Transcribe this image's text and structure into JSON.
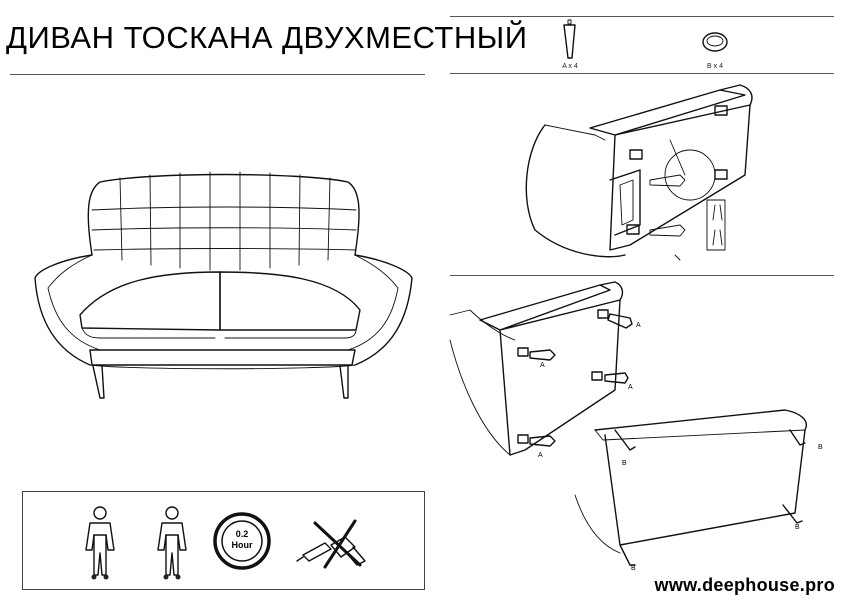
{
  "header": {
    "title": "ДИВАН ТОСКАНА ДВУХМЕСТНЫЙ"
  },
  "parts": [
    {
      "label": "A x 4",
      "icon": "leg-icon"
    },
    {
      "label": "B x 4",
      "icon": "glide-icon"
    }
  ],
  "step_labels": {
    "leg": "A",
    "glide": "B"
  },
  "info_panel": {
    "people_count": 2,
    "time_value": "0.2",
    "time_unit": "Hour"
  },
  "footer": {
    "url": "www.deephouse.pro"
  }
}
